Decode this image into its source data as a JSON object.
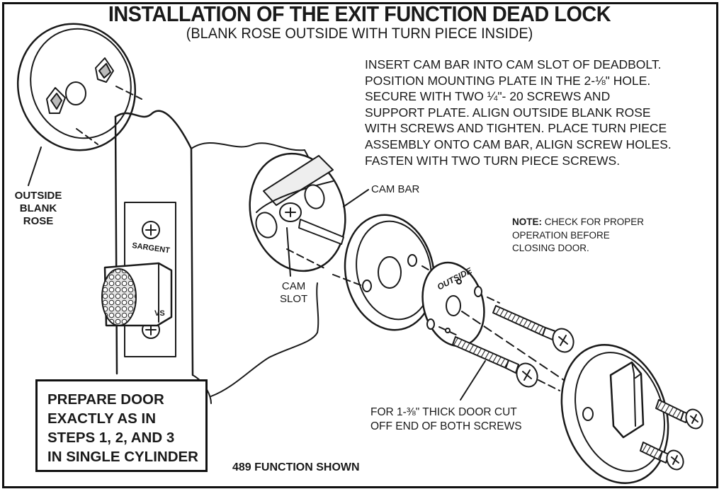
{
  "title": "INSTALLATION OF THE EXIT FUNCTION DEAD LOCK",
  "subtitle": "(BLANK ROSE OUTSIDE WITH TURN PIECE INSIDE)",
  "instructions": [
    "INSERT CAM BAR INTO CAM SLOT OF DEADBOLT.",
    "POSITION MOUNTING PLATE IN THE 2-⅛\" HOLE.",
    "SECURE WITH TWO ¼\"- 20 SCREWS AND",
    "SUPPORT  PLATE.  ALIGN OUTSIDE BLANK ROSE",
    "WITH SCREWS AND TIGHTEN. PLACE TURN PIECE",
    "ASSEMBLY ONTO CAM BAR, ALIGN SCREW HOLES.",
    "FASTEN  WITH TWO TURN PIECE SCREWS."
  ],
  "labels": {
    "outside_blank_rose": [
      "OUTSIDE",
      "BLANK",
      "ROSE"
    ],
    "cam_bar": "CAM BAR",
    "cam_slot": [
      "CAM",
      "SLOT"
    ],
    "outside_plate": "OUTSIDE",
    "brand": "SARGENT",
    "brand_mirror": "VS",
    "screw_note": [
      "FOR 1-⅜\" THICK DOOR CUT",
      "OFF END OF BOTH SCREWS"
    ]
  },
  "note": {
    "label": "NOTE:",
    "lines": [
      "CHECK FOR PROPER",
      "OPERATION BEFORE",
      "CLOSING DOOR."
    ]
  },
  "prepare": [
    "PREPARE DOOR",
    "EXACTLY AS IN",
    "STEPS 1, 2, AND 3",
    "IN SINGLE CYLINDER"
  ],
  "function_shown": "489 FUNCTION SHOWN",
  "colors": {
    "ink": "#1a1a1a",
    "paper": "#ffffff",
    "shade": "#cfcfcf"
  }
}
